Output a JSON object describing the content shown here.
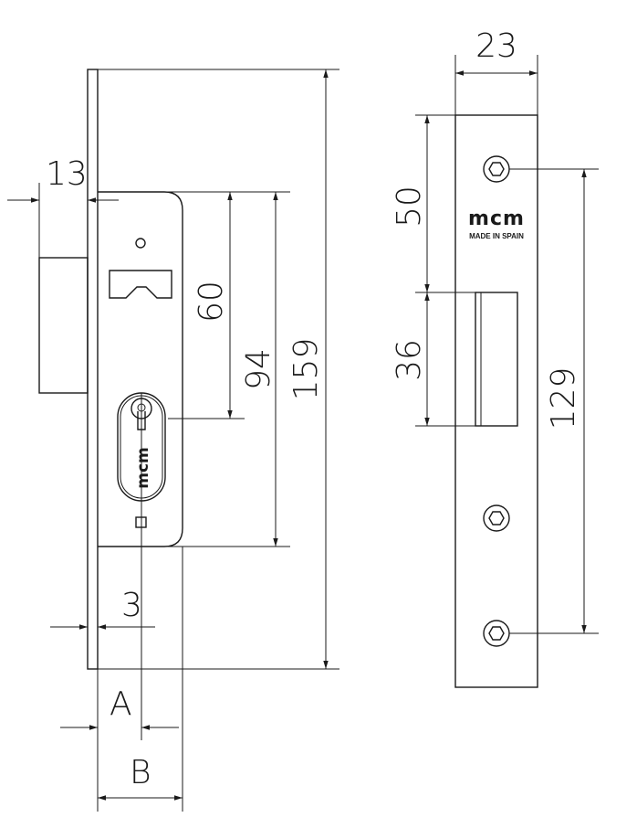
{
  "dimensions": {
    "d13": "13",
    "d60": "60",
    "d94": "94",
    "d159": "159",
    "d3": "3",
    "dA": "A",
    "dB": "B",
    "d23": "23",
    "d50": "50",
    "d36": "36",
    "d129": "129"
  },
  "branding": {
    "logo": "mcm",
    "cylinder_logo": "mcm",
    "made_in": "MADE IN SPAIN"
  },
  "icons": {
    "screw": "hex-screw-icon",
    "keyhole": "keyhole-icon"
  }
}
